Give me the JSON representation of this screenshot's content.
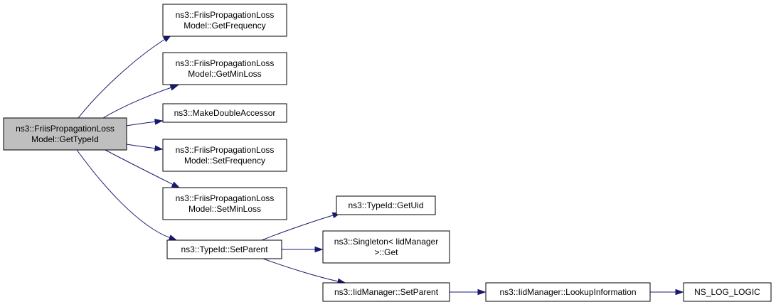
{
  "diagram": {
    "colors": {
      "edge": "#191970",
      "root_fill": "#bfbfbf",
      "node_fill": "#ffffff",
      "border": "#000000"
    },
    "nodes": [
      {
        "id": "gettypeid",
        "lines": [
          "ns3::FriisPropagationLoss",
          "Model::GetTypeId"
        ],
        "highlighted": true
      },
      {
        "id": "getfrequency",
        "lines": [
          "ns3::FriisPropagationLoss",
          "Model::GetFrequency"
        ]
      },
      {
        "id": "getminloss",
        "lines": [
          "ns3::FriisPropagationLoss",
          "Model::GetMinLoss"
        ]
      },
      {
        "id": "makedoubleaccessor",
        "lines": [
          "ns3::MakeDoubleAccessor"
        ]
      },
      {
        "id": "setfrequency",
        "lines": [
          "ns3::FriisPropagationLoss",
          "Model::SetFrequency"
        ]
      },
      {
        "id": "setminloss",
        "lines": [
          "ns3::FriisPropagationLoss",
          "Model::SetMinLoss"
        ]
      },
      {
        "id": "typeid-setparent",
        "lines": [
          "ns3::TypeId::SetParent"
        ]
      },
      {
        "id": "typeid-getuid",
        "lines": [
          "ns3::TypeId::GetUid"
        ]
      },
      {
        "id": "singleton-get",
        "lines": [
          "ns3::Singleton< IidManager",
          " >::Get"
        ]
      },
      {
        "id": "iidmanager-setparent",
        "lines": [
          "ns3::IidManager::SetParent"
        ]
      },
      {
        "id": "iidmanager-lookupinformation",
        "lines": [
          "ns3::IidManager::LookupInformation"
        ]
      },
      {
        "id": "ns-log-logic",
        "lines": [
          "NS_LOG_LOGIC"
        ]
      }
    ],
    "edges": [
      {
        "from": "gettypeid",
        "to": "getfrequency"
      },
      {
        "from": "gettypeid",
        "to": "getminloss"
      },
      {
        "from": "gettypeid",
        "to": "makedoubleaccessor"
      },
      {
        "from": "gettypeid",
        "to": "setfrequency"
      },
      {
        "from": "gettypeid",
        "to": "setminloss"
      },
      {
        "from": "gettypeid",
        "to": "typeid-setparent"
      },
      {
        "from": "typeid-setparent",
        "to": "typeid-getuid"
      },
      {
        "from": "typeid-setparent",
        "to": "singleton-get"
      },
      {
        "from": "typeid-setparent",
        "to": "iidmanager-setparent"
      },
      {
        "from": "iidmanager-setparent",
        "to": "iidmanager-lookupinformation"
      },
      {
        "from": "iidmanager-lookupinformation",
        "to": "ns-log-logic"
      }
    ]
  }
}
